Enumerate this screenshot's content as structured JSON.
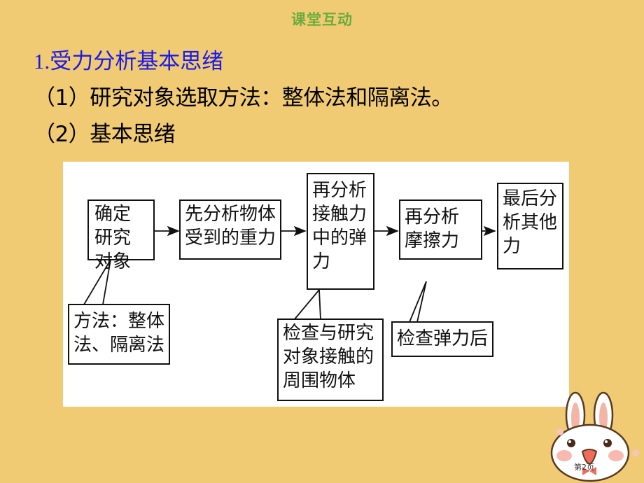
{
  "header": {
    "label": "课堂互动",
    "color": "#6aac3c"
  },
  "section_title": {
    "number": "1.",
    "text": "受力分析基本思绪",
    "color": "#1a1ae8"
  },
  "points": [
    {
      "label": "（1）研究对象选取方法：整体法和隔离法。"
    },
    {
      "label": "（2）基本思绪"
    }
  ],
  "flowchart": {
    "steps": [
      {
        "text": "确定研究对象"
      },
      {
        "text": "先分析物体受到的重力"
      },
      {
        "text": "再分析接触力中的弹力"
      },
      {
        "text": "再分析摩擦力"
      },
      {
        "text": "最后分析其他力"
      }
    ],
    "notes": [
      {
        "text": "方法：整体法、隔离法",
        "attached_to": "确定研究对象"
      },
      {
        "text": "检查与研究对象接触的周围物体",
        "attached_to": "再分析接触力中的弹力"
      },
      {
        "text": "检查弹力后",
        "attached_to": "再分析摩擦力"
      }
    ]
  },
  "footer": {
    "page_label": "第2页",
    "decoration": "rabbit-mascot"
  }
}
